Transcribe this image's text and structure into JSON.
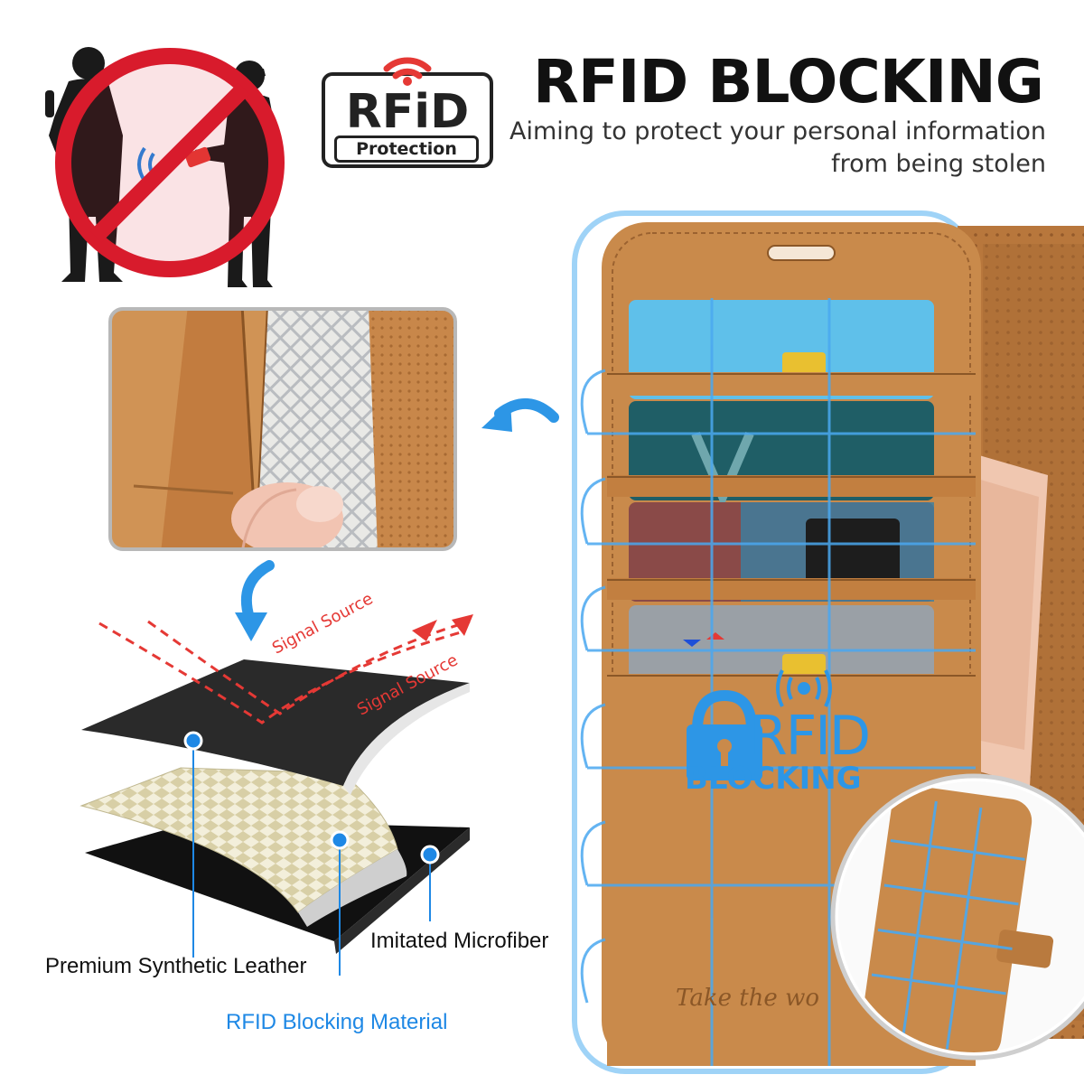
{
  "header": {
    "title": "RFID BLOCKING",
    "subtitle_line1": "Aiming to protect your personal information",
    "subtitle_line2": "from being stolen"
  },
  "rfid_badge": {
    "main": "RFiD",
    "sub": "Protection"
  },
  "layers": {
    "signal_source_1": "Signal Source",
    "signal_source_2": "Signal Source",
    "premium_leather": "Premium Synthetic Leather",
    "imitated_microfiber": "Imitated Microfiber",
    "rfid_material": "RFID Blocking Material"
  },
  "wallet": {
    "rfid_stamp_line1": "RFID",
    "rfid_stamp_line2": "BLOCKING",
    "embossed_text": "Take the wo"
  },
  "colors": {
    "accent_blue": "#1e88e5",
    "leather": "#c98a4b",
    "signal_red": "#e53935",
    "prohibit_red": "#d81b2c"
  }
}
